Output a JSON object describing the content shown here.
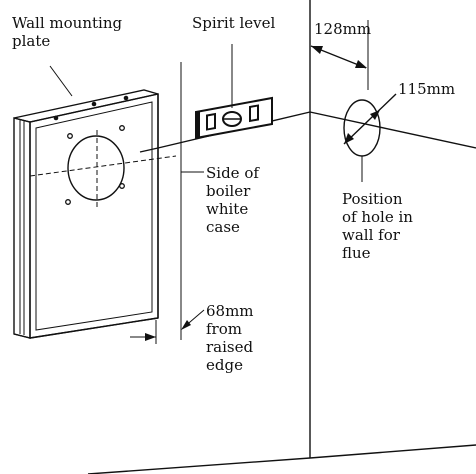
{
  "labels": {
    "wall_plate_line1": "Wall mounting",
    "wall_plate_line2": "plate",
    "spirit_level": "Spirit level",
    "dim_128": "128mm",
    "dim_115": "115mm",
    "side_line1": "Side of",
    "side_line2": "boiler",
    "side_line3": "white",
    "side_line4": "case",
    "hole_line1": "Position",
    "hole_line2": "of hole in",
    "hole_line3": "wall for",
    "hole_line4": "flue",
    "dim68_line1": "68mm",
    "dim68_line2": "from",
    "dim68_line3": "raised",
    "dim68_line4": "edge"
  }
}
